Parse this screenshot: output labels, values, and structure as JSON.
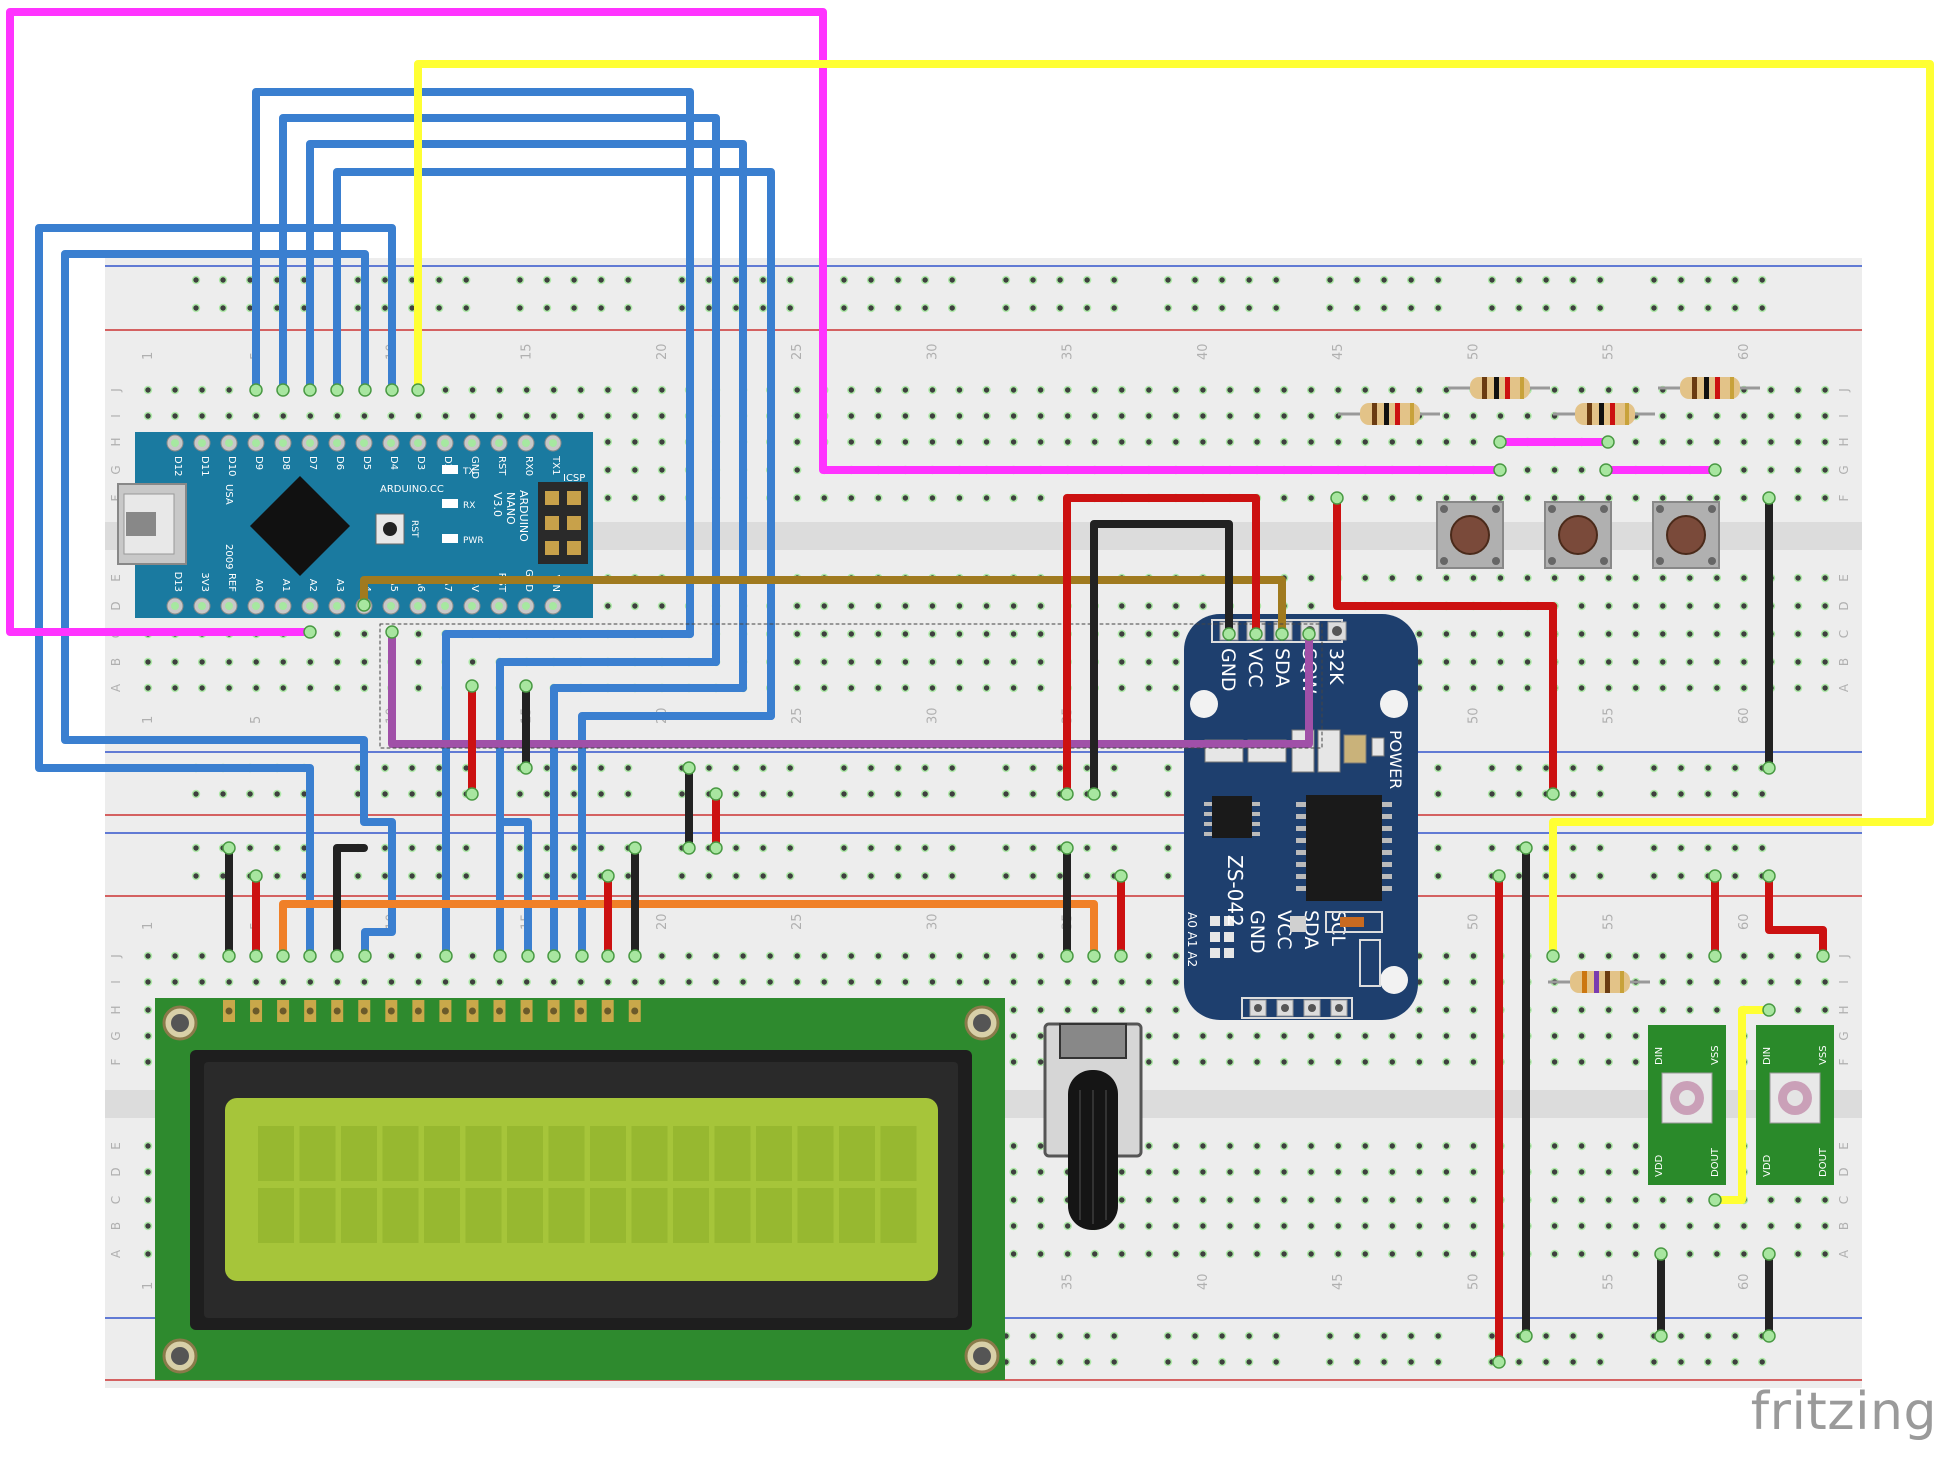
{
  "brand": "fritzing",
  "breadboard": {
    "column_numbers": [
      "1",
      "5",
      "10",
      "15",
      "20",
      "25",
      "30",
      "35",
      "40",
      "45",
      "50",
      "55",
      "60"
    ],
    "row_letters_top": [
      "J",
      "I",
      "H",
      "G",
      "F",
      "E",
      "D",
      "C",
      "B",
      "A"
    ]
  },
  "arduino": {
    "brand": "ARDUINO.CC",
    "model_line1": "ARDUINO",
    "model_line2": "NANO",
    "model_line3": "V3.0",
    "usa": "USA",
    "year": "2009",
    "icsp": "ICSP",
    "led_tx": "TX",
    "led_rx": "RX",
    "led_pwr": "PWR",
    "rst": "RST",
    "top_pins": [
      "D12",
      "D11",
      "D10",
      "D9",
      "D8",
      "D7",
      "D6",
      "D5",
      "D4",
      "D3",
      "D2",
      "GND",
      "RST",
      "RX0",
      "TX1"
    ],
    "bottom_pins": [
      "D13",
      "3V3",
      "REF",
      "A0",
      "A1",
      "A2",
      "A3",
      "A4",
      "A5",
      "A6",
      "A7",
      "5V",
      "RST",
      "GND",
      "VIN"
    ]
  },
  "rtc": {
    "top_pins": [
      "GND",
      "VCC",
      "SDA",
      "SQW",
      "32K"
    ],
    "bottom_pins": [
      "GND",
      "VCC",
      "SDA",
      "SCL"
    ],
    "model": "ZS-042",
    "power": "POWER",
    "addr": [
      "A0",
      "A1",
      "A2"
    ]
  },
  "leds": [
    {
      "din": "DIN",
      "vss": "VSS",
      "vdd": "VDD",
      "dout": "DOUT"
    },
    {
      "din": "DIN",
      "vss": "VSS",
      "vdd": "VDD",
      "dout": "DOUT"
    }
  ],
  "colors": {
    "breadboard": "#ededed",
    "wire_blue": "#3a7fd0",
    "wire_magenta": "#ff33ff",
    "wire_yellow": "#ffff33",
    "wire_red": "#cc1111",
    "wire_black": "#222222",
    "wire_brown": "#a07a1f",
    "wire_orange": "#f08028",
    "wire_purple": "#a050a8",
    "lcd_board": "#2e8a2e",
    "lcd_screen": "#a6c53a",
    "arduino": "#1a7aa0",
    "rtc": "#1e3f6e"
  }
}
